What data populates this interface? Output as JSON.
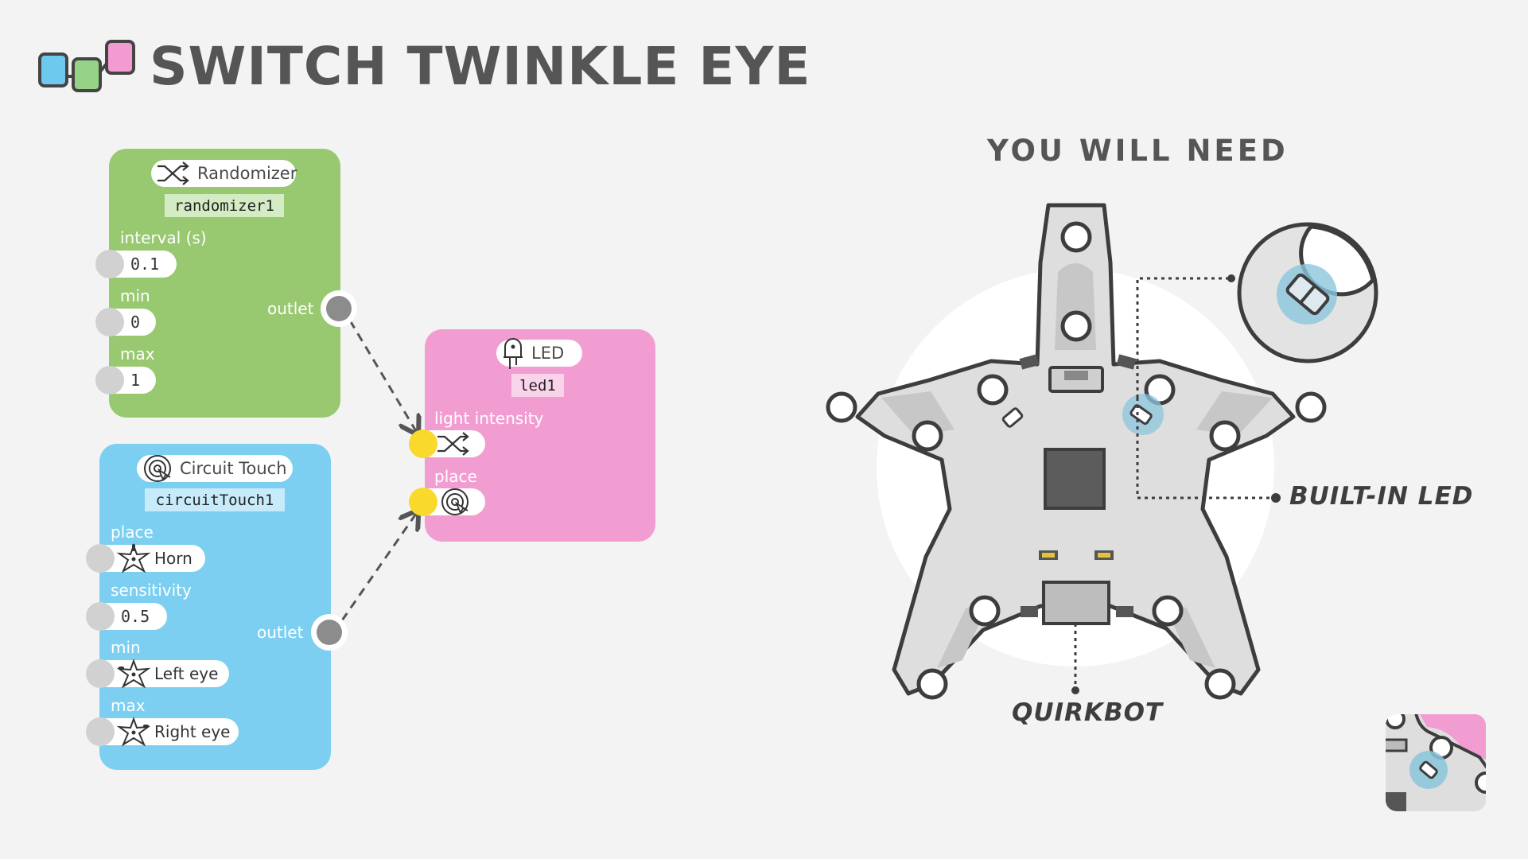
{
  "title": "SWITCH TWINKLE EYE",
  "colors": {
    "randomizer_block": "#98c971",
    "circuit_touch_block": "#7ccff0",
    "led_block": "#f29dd2",
    "port_active": "#f9da2c",
    "port_inactive": "#d1d1d1",
    "outlet": "#8c8c8c"
  },
  "randomizer": {
    "type": "Randomizer",
    "id": "randomizer1",
    "icon": "shuffle-icon",
    "inputs": [
      {
        "label": "interval (s)",
        "value": "0.1"
      },
      {
        "label": "min",
        "value": "0"
      },
      {
        "label": "max",
        "value": "1"
      }
    ],
    "outlet": "outlet"
  },
  "circuit_touch": {
    "type": "Circuit Touch",
    "id": "circuitTouch1",
    "icon": "touch-target-icon",
    "inputs": [
      {
        "label": "place",
        "value": "Horn",
        "icon": "quirkbot-icon"
      },
      {
        "label": "sensitivity",
        "value": "0.5"
      },
      {
        "label": "min",
        "value": "Left eye",
        "icon": "quirkbot-icon"
      },
      {
        "label": "max",
        "value": "Right eye",
        "icon": "quirkbot-icon"
      }
    ],
    "outlet": "outlet"
  },
  "led": {
    "type": "LED",
    "id": "led1",
    "icon": "led-bulb-icon",
    "inputs": [
      {
        "label": "light intensity",
        "icon": "shuffle-icon"
      },
      {
        "label": "place",
        "icon": "touch-target-icon"
      }
    ]
  },
  "you_will_need": {
    "heading": "YOU WILL NEED",
    "board_label": "QUIRKBOT",
    "callout_label": "BUILT-IN LED"
  }
}
